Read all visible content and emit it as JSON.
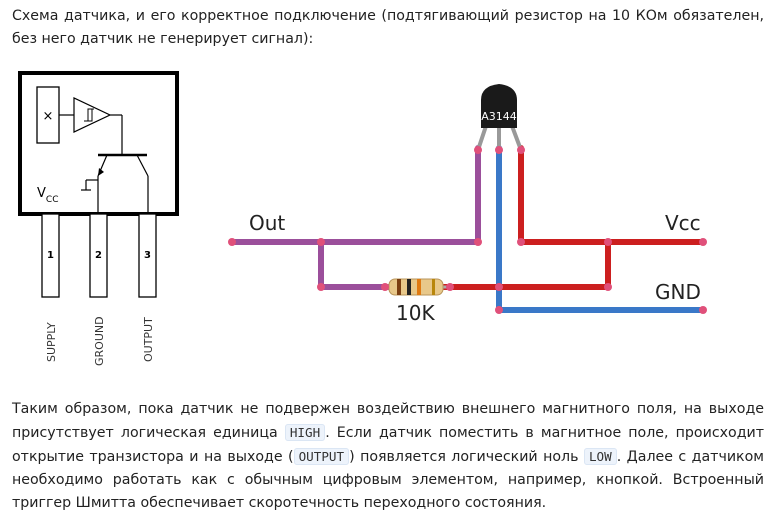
{
  "intro_text": "Схема датчика, и его корректное подключение (подтягивающий резистор на 10 КОм обязателен, без него датчик не генерирует сигнал):",
  "sensor": {
    "vcc_main": "V",
    "vcc_sub": "CC",
    "pins": [
      {
        "number": "1",
        "name": "SUPPLY"
      },
      {
        "number": "2",
        "name": "GROUND"
      },
      {
        "number": "3",
        "name": "OUTPUT"
      }
    ]
  },
  "circuit": {
    "chip_label": "A3144",
    "out_label": "Out",
    "vcc_label": "Vcc",
    "gnd_label": "GND",
    "resistor_label": "10K",
    "colors": {
      "signal": "#9b4f9b",
      "power": "#cc1f1f",
      "ground": "#3a78c8",
      "node": "#e0507a"
    }
  },
  "paragraph": {
    "t1": "Таким образом, пока датчик не подвержен воздействию внешнего магнитного поля, на выходе присутствует логическая единица ",
    "code_high": "HIGH",
    "t2": ". Если датчик поместить в магнитное поле, происходит открытие транзистора и на выходе (",
    "code_output": "OUTPUT",
    "t3": ") появляется логический ноль ",
    "code_low": "LOW",
    "t4": ". Далее с датчиком необходимо работать как с обычным цифровым элементом, например, кнопкой. Встроенный триггер Шмитта обеспечивает скоротечность переходного состояния."
  }
}
